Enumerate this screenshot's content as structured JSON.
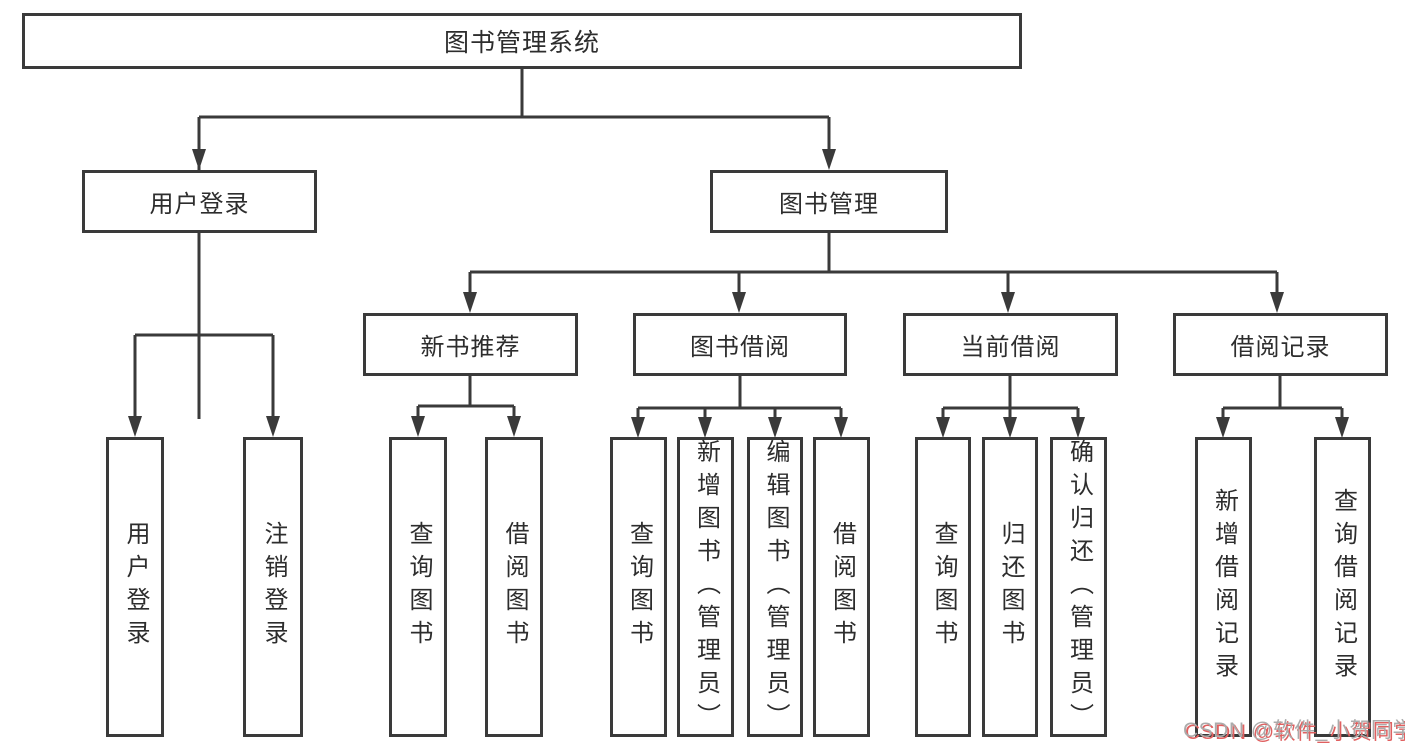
{
  "colors": {
    "line": "#3a3a3a",
    "text": "#2d2d2d",
    "box_bg": "#ffffff",
    "watermark_text": "#ababab",
    "watermark_shadow": "#e06060"
  },
  "tree": {
    "label": "图书管理系统",
    "children": [
      {
        "label": "用户登录",
        "children": [
          {
            "label": "用户登录"
          },
          {
            "label": "注销登录"
          }
        ]
      },
      {
        "label": "图书管理",
        "children": [
          {
            "label": "新书推荐",
            "children": [
              {
                "label": "查询图书"
              },
              {
                "label": "借阅图书"
              }
            ]
          },
          {
            "label": "图书借阅",
            "children": [
              {
                "label": "查询图书"
              },
              {
                "label": "新增图书（管理员）"
              },
              {
                "label": "编辑图书（管理员）"
              },
              {
                "label": "借阅图书"
              }
            ]
          },
          {
            "label": "当前借阅",
            "children": [
              {
                "label": "查询图书"
              },
              {
                "label": "归还图书"
              },
              {
                "label": "确认归还（管理员）"
              }
            ]
          },
          {
            "label": "借阅记录",
            "children": [
              {
                "label": "新增借阅记录"
              },
              {
                "label": "查询借阅记录"
              }
            ]
          }
        ]
      }
    ]
  },
  "watermark": {
    "text": "CSDN @软件_小贺同学"
  }
}
